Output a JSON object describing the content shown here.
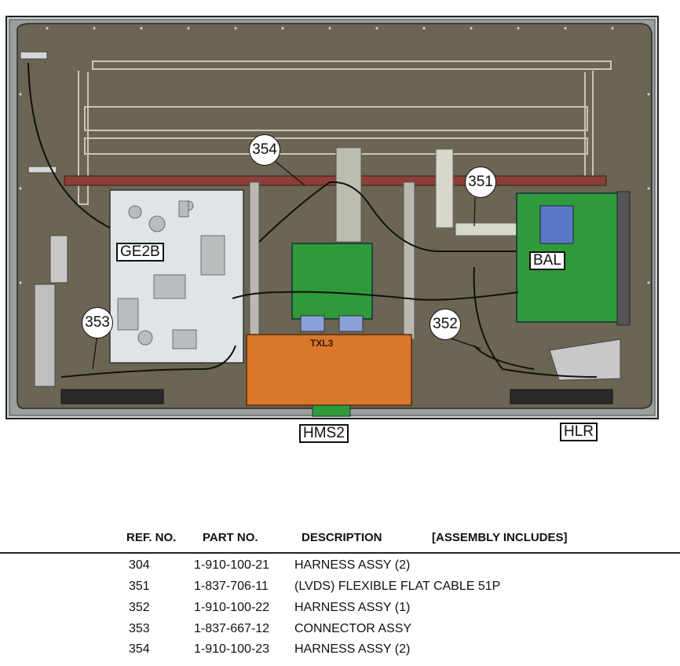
{
  "board_labels": {
    "ge2b": "GE2B",
    "bal": "BAL",
    "txl3": "TXL3",
    "hms2": "HMS2",
    "hlr": "HLR"
  },
  "callouts": {
    "c351": "351",
    "c352": "352",
    "c353": "353",
    "c354": "354"
  },
  "table": {
    "headers": {
      "ref_no": "REF. NO.",
      "part_no": "PART NO.",
      "description": "DESCRIPTION",
      "assembly": "[ASSEMBLY INCLUDES]"
    },
    "rows": [
      {
        "ref": "304",
        "part": "1-910-100-21",
        "desc": "HARNESS ASSY (2)"
      },
      {
        "ref": "351",
        "part": "1-837-706-11",
        "desc": "(LVDS) FLEXIBLE FLAT CABLE 51P"
      },
      {
        "ref": "352",
        "part": "1-910-100-22",
        "desc": "HARNESS ASSY (1)"
      },
      {
        "ref": "353",
        "part": "1-837-667-12",
        "desc": "CONNECTOR ASSY"
      },
      {
        "ref": "354",
        "part": "1-910-100-23",
        "desc": "HARNESS ASSY (2)"
      }
    ]
  },
  "colors": {
    "chassis": "#6b6553",
    "frame": "#3a3a3a",
    "board_ge2b": "#dfe5e6",
    "board_green": "#2f9a3a",
    "board_orange": "#d9772a",
    "heatsink": "#5c77c9",
    "bar": "#8a3f38"
  }
}
